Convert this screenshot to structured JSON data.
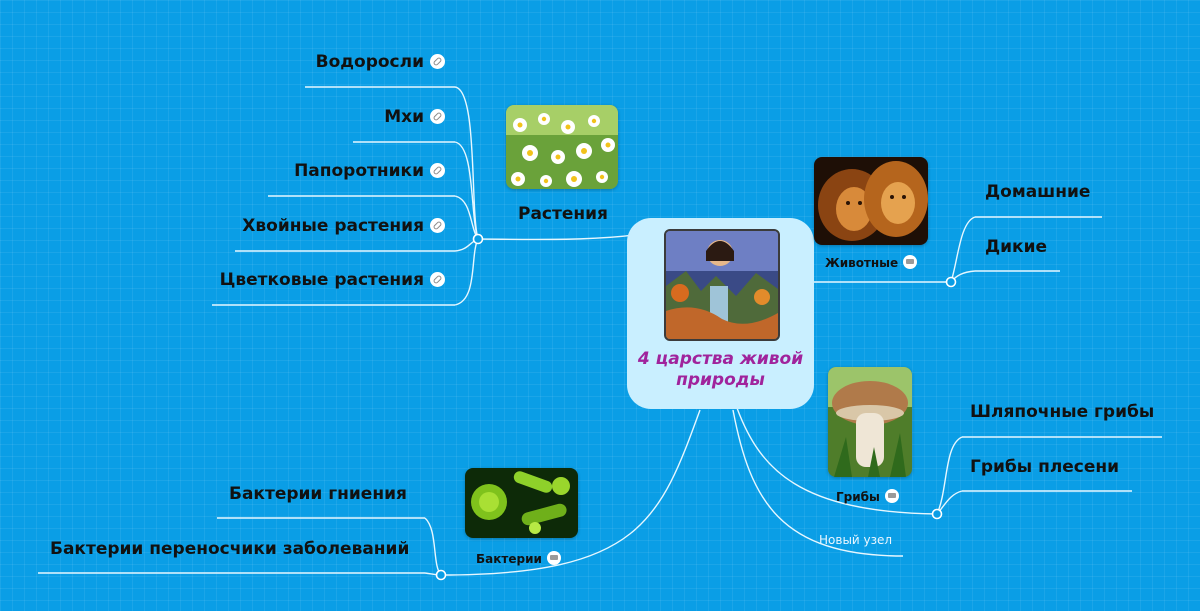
{
  "central": {
    "title": "4 царства живой природы",
    "image_icon": "fantasy-landscape-image"
  },
  "branches": {
    "plants": {
      "label": "Растения",
      "image_icon": "chamomile-flowers-image",
      "children": [
        "Водоросли",
        "Мхи",
        "Папоротники",
        "Хвойные растения",
        "Цветковые растения"
      ],
      "child_icon": "link-icon"
    },
    "animals": {
      "label": "Животные",
      "image_icon": "lions-image",
      "note_icon": "note-icon",
      "children": [
        "Домашние",
        "Дикие"
      ]
    },
    "fungi": {
      "label": "Грибы",
      "image_icon": "mushroom-image",
      "note_icon": "note-icon",
      "children": [
        "Шляпочные грибы",
        "Грибы плесени"
      ]
    },
    "bacteria": {
      "label": "Бактерии",
      "image_icon": "bacteria-image",
      "note_icon": "note-icon",
      "children": [
        "Бактерии гниения",
        "Бактерии переносчики заболеваний"
      ]
    },
    "new_node": {
      "label": "Новый узел"
    }
  },
  "colors": {
    "background": "#0a9ee6",
    "connector": "#e6f7ff",
    "central_fill": "#c9efff",
    "central_text": "#a0239c",
    "node_text": "#111111"
  }
}
